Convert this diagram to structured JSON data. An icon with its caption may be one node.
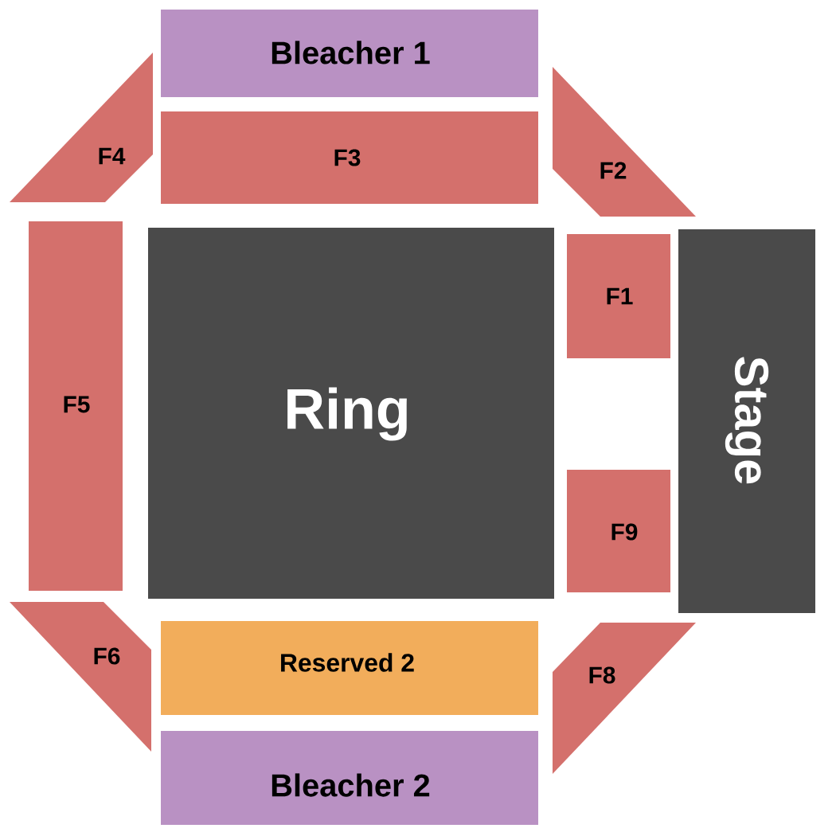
{
  "diagram": {
    "nodes": [
      {
        "text": [
          "Bleacher 1"
        ]
      },
      {
        "text": [
          "F4"
        ]
      },
      {
        "text": [
          "F3"
        ]
      },
      {
        "text": [
          "F2"
        ]
      },
      {
        "text": [
          "F5"
        ]
      },
      {
        "text": [
          "Ring"
        ]
      },
      {
        "text": [
          "F1"
        ]
      },
      {
        "text": [
          "Stage"
        ]
      },
      {
        "text": [
          "F9"
        ]
      },
      {
        "text": [
          "F6"
        ]
      },
      {
        "text": [
          "Reserved 2"
        ]
      },
      {
        "text": [
          "F8"
        ]
      },
      {
        "text": [
          "Bleacher 2"
        ]
      }
    ]
  }
}
